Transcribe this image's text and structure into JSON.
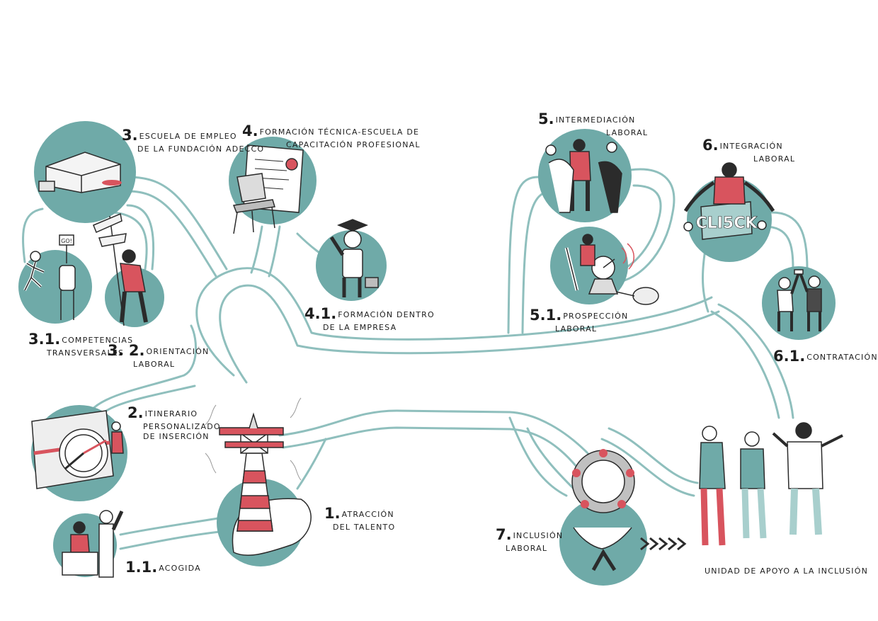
{
  "colors": {
    "teal": "#6faaa8",
    "path": "#8fbfbd",
    "red": "#d8545e",
    "ink": "#2b2b2b",
    "grey": "#c9c9c9"
  },
  "steps": [
    {
      "id": "s1",
      "number": "1.",
      "title": "Atracción",
      "sub": "del talento",
      "icon": "lighthouse-icon"
    },
    {
      "id": "s11",
      "number": "1.1.",
      "title": "Acogida",
      "sub": "",
      "icon": "reception-desk-icon"
    },
    {
      "id": "s2",
      "number": "2.",
      "title": "Itinerario",
      "sub": "personalizado",
      "sub2": "de inserción",
      "icon": "compass-map-icon"
    },
    {
      "id": "s3",
      "number": "3.",
      "title": "Escuela de empleo",
      "sub": "de la Fundación Adecco",
      "icon": "school-building-icon"
    },
    {
      "id": "s31",
      "number": "3.1.",
      "title": "Competencias",
      "sub": "transversales",
      "icon": "go-sign-runner-icon"
    },
    {
      "id": "s32",
      "number": "3. 2.",
      "title": "Orientación",
      "sub": "laboral",
      "icon": "signpost-icon"
    },
    {
      "id": "s4",
      "number": "4.",
      "title": "Formación técnica-Escuela de",
      "sub": "capacitación profesional",
      "icon": "diploma-chair-icon"
    },
    {
      "id": "s41",
      "number": "4.1.",
      "title": "Formación dentro",
      "sub": "de la empresa",
      "icon": "graduate-icon"
    },
    {
      "id": "s5",
      "number": "5.",
      "title": "Intermediación",
      "sub": "laboral",
      "icon": "handshake-icon"
    },
    {
      "id": "s51",
      "number": "5.1.",
      "title": "Prospección",
      "sub": "laboral",
      "icon": "radar-icon"
    },
    {
      "id": "s6",
      "number": "6.",
      "title": "Integración",
      "sub": "laboral",
      "icon": "click-puzzle-icon"
    },
    {
      "id": "s61",
      "number": "6.1.",
      "title": "Contratación",
      "sub": "",
      "icon": "high-five-icon"
    },
    {
      "id": "s7",
      "number": "7.",
      "title": "Inclusión",
      "sub": "laboral",
      "icon": "hands-team-icon"
    }
  ],
  "unit_label": "Unidad de apoyo a la inclusión",
  "go_sign": "GO!",
  "click_word": "CLI5CK"
}
